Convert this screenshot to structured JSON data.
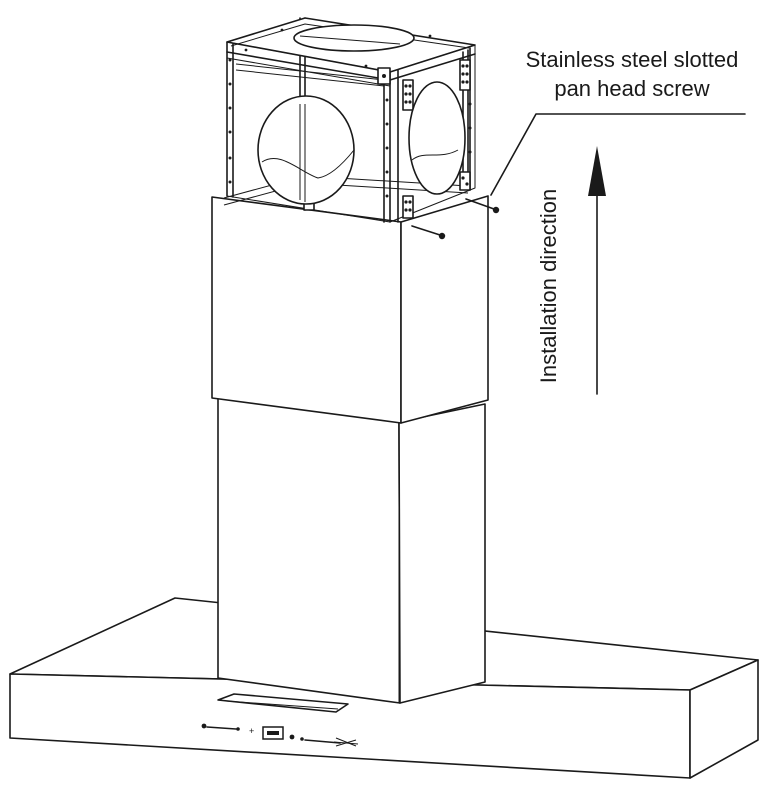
{
  "labels": {
    "screw_line1": "Stainless steel slotted",
    "screw_line2": "pan head screw",
    "direction": "Installation direction"
  },
  "colors": {
    "line": "#1a1a1a",
    "background": "#ffffff"
  }
}
